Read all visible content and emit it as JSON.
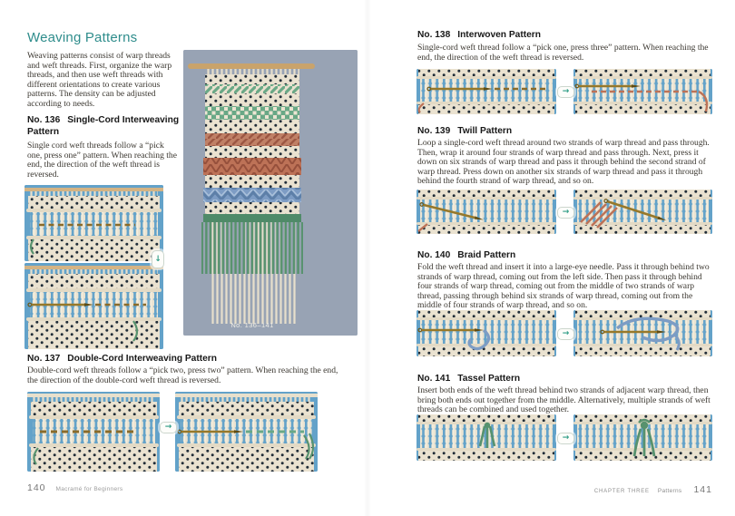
{
  "left": {
    "title": "Weaving Patterns",
    "intro": "Weaving patterns consist of warp threads and weft threads. First, organize the warp threads, and then use weft threads with different orientations to create various patterns. The density can be adjusted according to needs.",
    "s136": {
      "number": "No. 136",
      "title": "Single-Cord Interweaving Pattern",
      "body": "Single cord weft threads follow a “pick one, press one” pattern. When reaching the end, the direction of the weft thread is reversed."
    },
    "s137": {
      "number": "No. 137",
      "title": "Double-Cord Interweaving Pattern",
      "body": "Double-cord weft threads follow a “pick two, press two” pattern. When reaching the end, the direction of the double-cord weft thread is reversed."
    },
    "photo_caption": "No. 136–141",
    "footer": {
      "page": "140",
      "book": "Macramé for Beginners"
    }
  },
  "right": {
    "s138": {
      "number": "No. 138",
      "title": "Interwoven Pattern",
      "body": "Single-cord weft thread follow a “pick one, press three” pattern. When reaching the end, the direction of the weft thread is reversed."
    },
    "s139": {
      "number": "No. 139",
      "title": "Twill Pattern",
      "body": "Loop a single-cord weft thread around two strands of warp thread and pass through. Then, wrap it around four strands of warp thread and pass through. Next, press it down on six strands of warp thread and pass it through behind the second strand of warp thread. Press down on another six strands of warp thread and pass it through behind the fourth strand of warp thread, and so on."
    },
    "s140": {
      "number": "No. 140",
      "title": "Braid Pattern",
      "body": "Fold the weft thread and insert it into a large-eye needle. Pass it through behind two strands of warp thread, coming out from the left side. Then pass it through behind four strands of warp thread, coming out from the middle of two strands of warp thread, passing through behind six strands of warp thread, coming out from the middle of four strands of warp thread, and so on."
    },
    "s141": {
      "number": "No. 141",
      "title": "Tassel Pattern",
      "body": "Insert both ends of the weft thread behind two strands of adjacent warp thread, then bring both ends out together from the middle. Alternatively, multiple strands of weft threads can be combined and used together."
    },
    "footer": {
      "chapter": "CHAPTER THREE",
      "section": "Patterns",
      "page": "141"
    }
  },
  "icons": {
    "arrow_right": "→",
    "arrow_down": "↓"
  },
  "colors": {
    "teal": "#2f8d8c",
    "arrow": "#2f9d86",
    "photo_blue": "#63a2c9",
    "wall_blue": "#98a3b4",
    "cream": "#eae2d0",
    "dark_knot": "#212d38",
    "green": "#57926e",
    "green_light": "#69a886",
    "terracotta": "#bd7257",
    "blue_thread": "#7d9cc4",
    "gold": "#8f7322",
    "wood": "#c9a36b"
  }
}
